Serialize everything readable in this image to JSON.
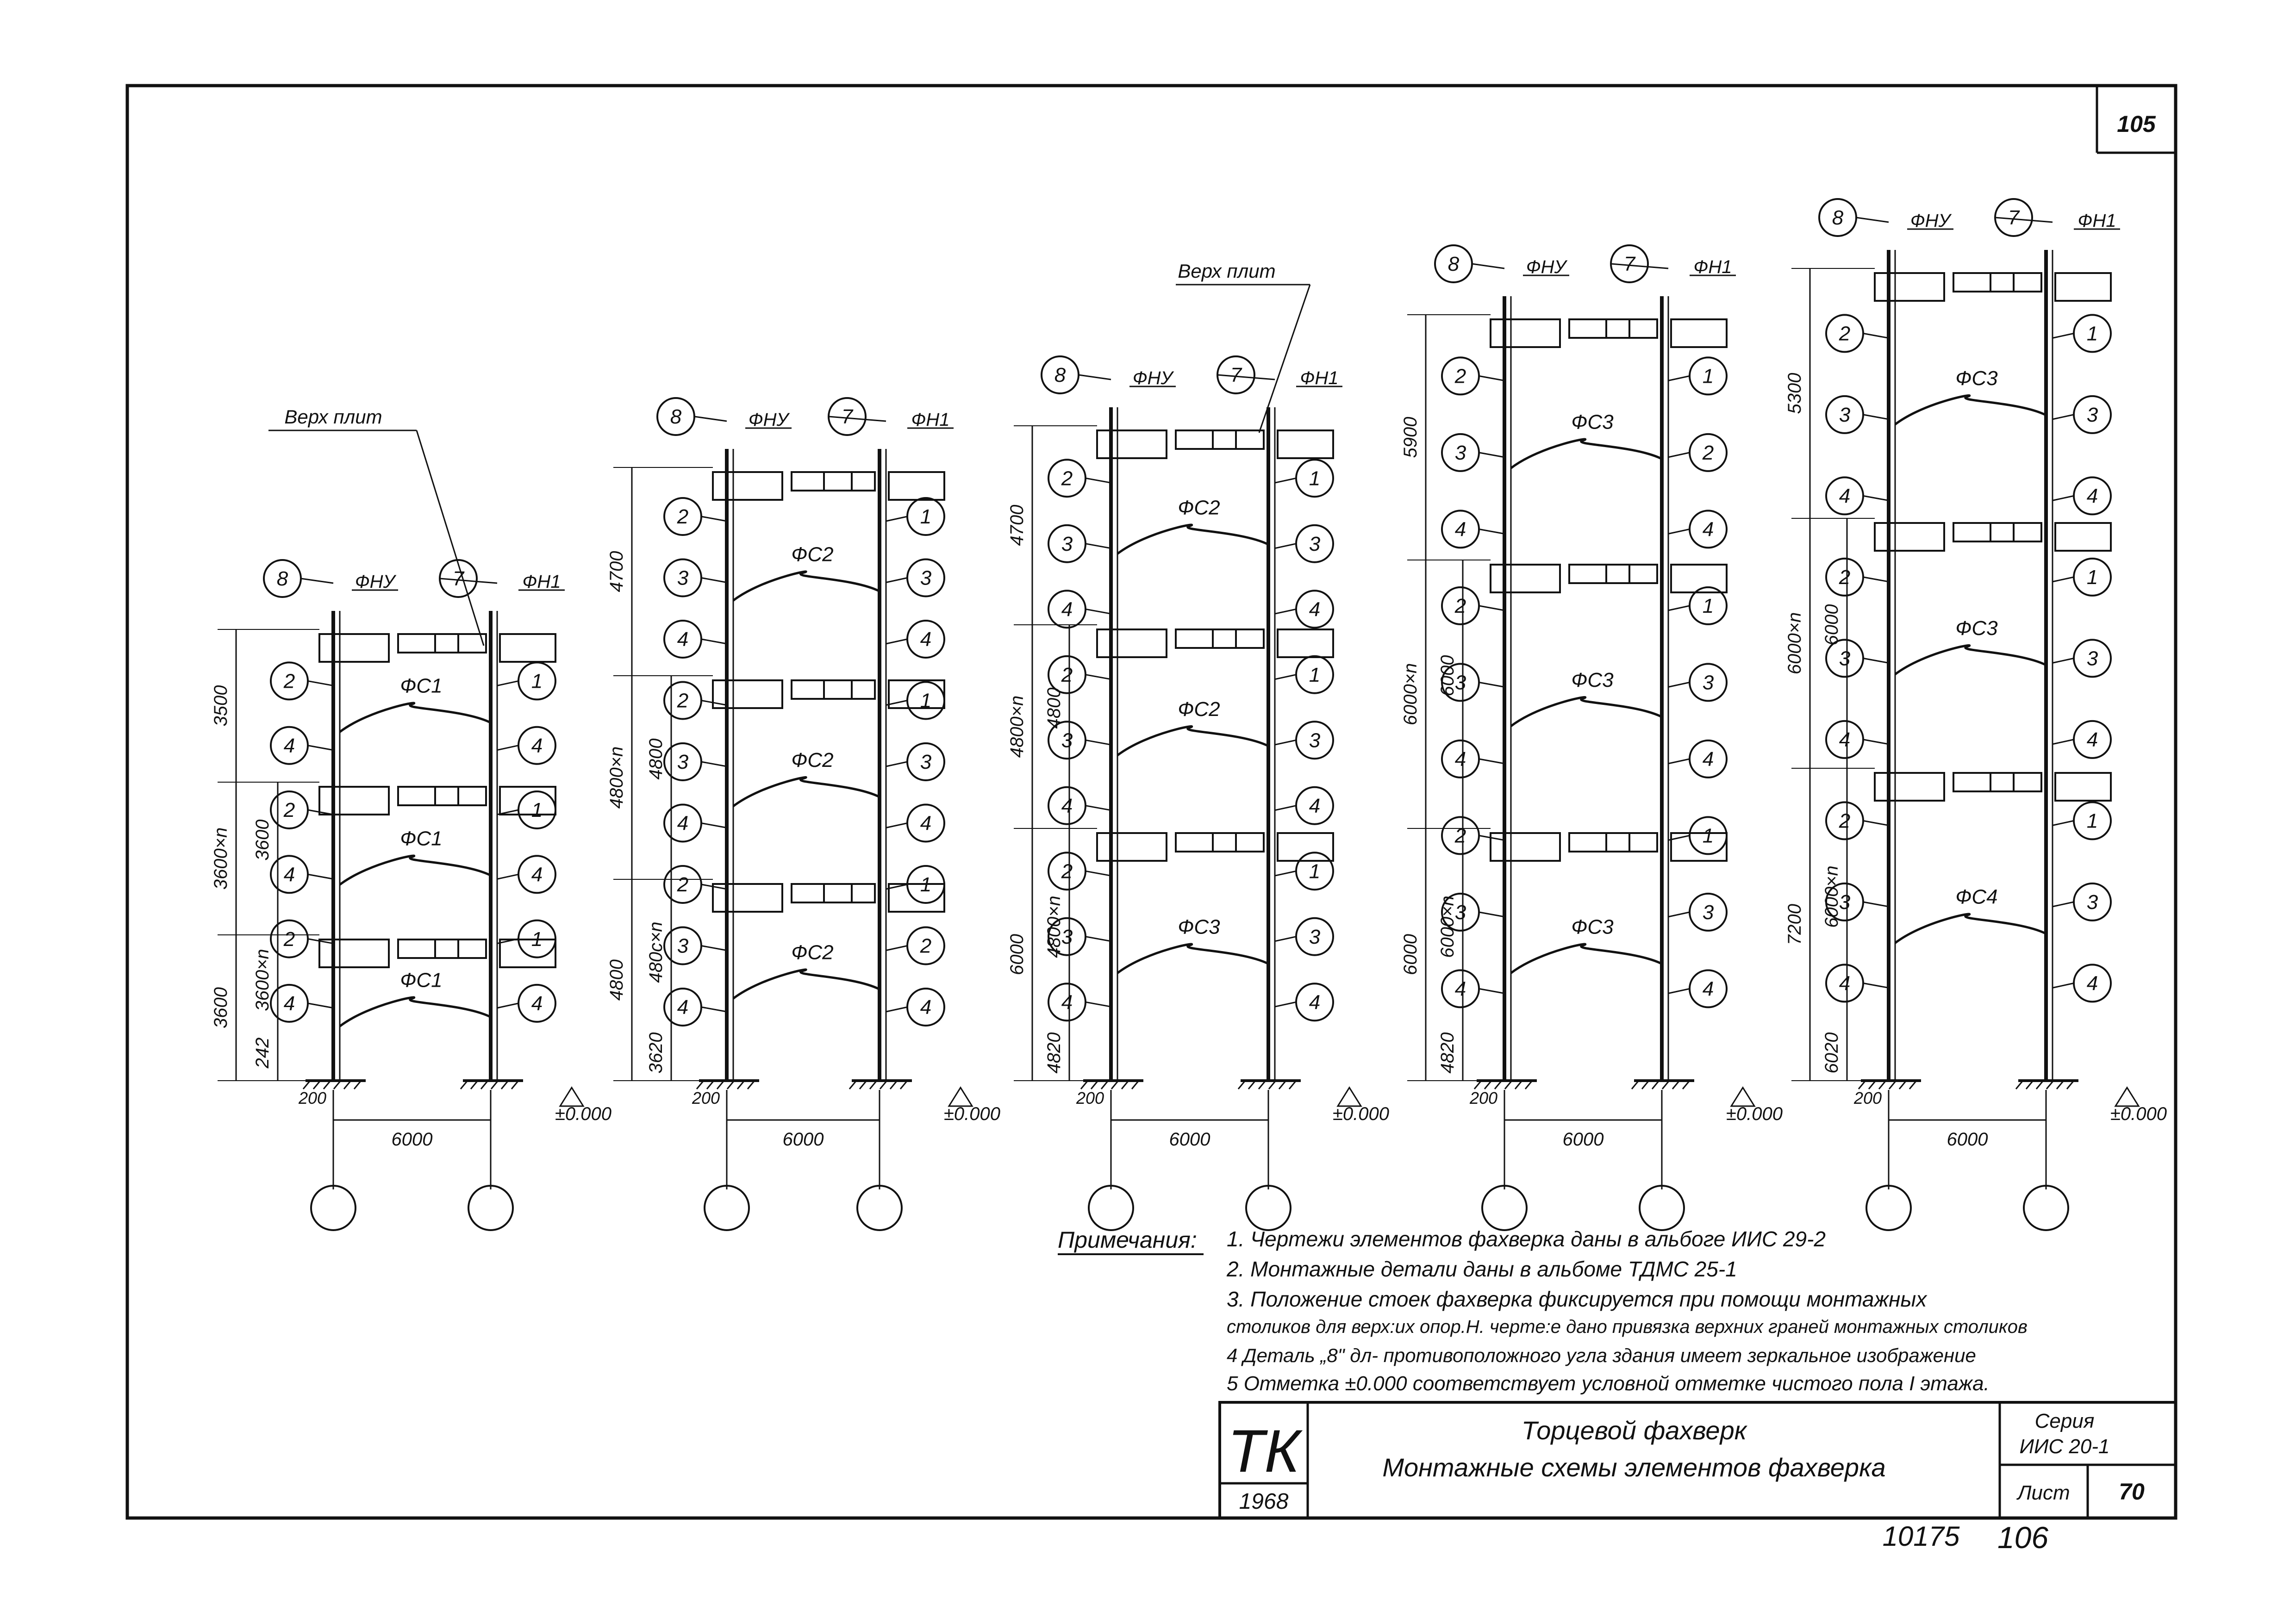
{
  "sheet_number_top": "105",
  "page_number": "10175",
  "page_number_2": "106",
  "labels": {
    "top_of_slabs": "Верх плит",
    "fnu": "ФНУ",
    "fn1": "ФН1",
    "zero_mark": "±0.000",
    "dim_6000": "6000",
    "dim_200": "200"
  },
  "frames": [
    {
      "id": "f1",
      "dims_outer": [
        "3500",
        "3600×n",
        "3600"
      ],
      "dims_inner": [
        "3600",
        "3600×n",
        "242"
      ],
      "brace_labels": [
        "ФС1",
        "ФС1",
        "ФС1"
      ],
      "left_nums": [
        "8",
        "2",
        "4",
        "2",
        "4",
        "2",
        "4"
      ],
      "right_nums": [
        "7",
        "1",
        "4",
        "1",
        "4",
        "1",
        "4"
      ]
    },
    {
      "id": "f2",
      "dims_outer": [
        "4700",
        "4800×n",
        "4800"
      ],
      "dims_inner": [
        "4800",
        "480c×n",
        "3620"
      ],
      "brace_labels": [
        "ФС2",
        "ФС2",
        "ФС2"
      ],
      "left_nums": [
        "8",
        "2",
        "3",
        "4",
        "2",
        "3",
        "4",
        "2",
        "3",
        "4"
      ],
      "right_nums": [
        "7",
        "1",
        "3",
        "4",
        "1",
        "3",
        "4",
        "1",
        "2",
        "4"
      ]
    },
    {
      "id": "f3",
      "dims_outer": [
        "4700",
        "4800×n",
        "6000"
      ],
      "dims_inner": [
        "4800",
        "4800×n",
        "4820"
      ],
      "brace_labels": [
        "ФС2",
        "ФС2",
        "ФС3"
      ],
      "left_nums": [
        "8",
        "2",
        "3",
        "4",
        "2",
        "3",
        "4",
        "2",
        "3",
        "4"
      ],
      "right_nums": [
        "7",
        "1",
        "3",
        "4",
        "1",
        "3",
        "4",
        "1",
        "3",
        "4"
      ]
    },
    {
      "id": "f4",
      "dims_outer": [
        "5900",
        "6000×n",
        "6000"
      ],
      "dims_inner": [
        "6000",
        "6000×n",
        "4820"
      ],
      "brace_labels": [
        "ФС3",
        "ФС3",
        "ФС3"
      ],
      "left_nums": [
        "8",
        "2",
        "3",
        "4",
        "2",
        "3",
        "4",
        "2",
        "3",
        "4"
      ],
      "right_nums": [
        "7",
        "1",
        "2",
        "4",
        "1",
        "3",
        "4",
        "1",
        "3",
        "4"
      ]
    },
    {
      "id": "f5",
      "dims_outer": [
        "5300",
        "6000×n",
        "7200"
      ],
      "dims_inner": [
        "6000",
        "6000×n",
        "6020"
      ],
      "brace_labels": [
        "ФС3",
        "ФС3",
        "ФС4"
      ],
      "left_nums": [
        "8",
        "2",
        "3",
        "4",
        "2",
        "3",
        "4",
        "2",
        "3",
        "4"
      ],
      "right_nums": [
        "7",
        "1",
        "3",
        "4",
        "1",
        "3",
        "4",
        "1",
        "3",
        "4"
      ]
    }
  ],
  "notes": {
    "heading": "Примечания:",
    "items": [
      "1. Чертежи элементов фахверка даны в альбоге  ИИС 29-2",
      "2. Монтажные детали даны в альбоме ТДМС 25-1",
      "3. Положение стоек фахверка фиксируется при помощи монтажных",
      "столиков для верх:их опор.Н. черте:е дано привязка верхних граней монтажных столиков",
      "4 Деталь „8\" дл- противоположного угла здания имеет зеркальное изображение",
      "5 Отметка ±0.000 соответствует условной отметке чистого пола I этажа."
    ]
  },
  "title_block": {
    "logo": "ТК",
    "year": "1968",
    "title_1": "Торцевой     фахверк",
    "title_2": "Монтажные схемы элементов фахверка",
    "series_label": "Серия",
    "series_value": "ИИС 20-1",
    "sheet_label": "Лист",
    "sheet_value": "70"
  }
}
